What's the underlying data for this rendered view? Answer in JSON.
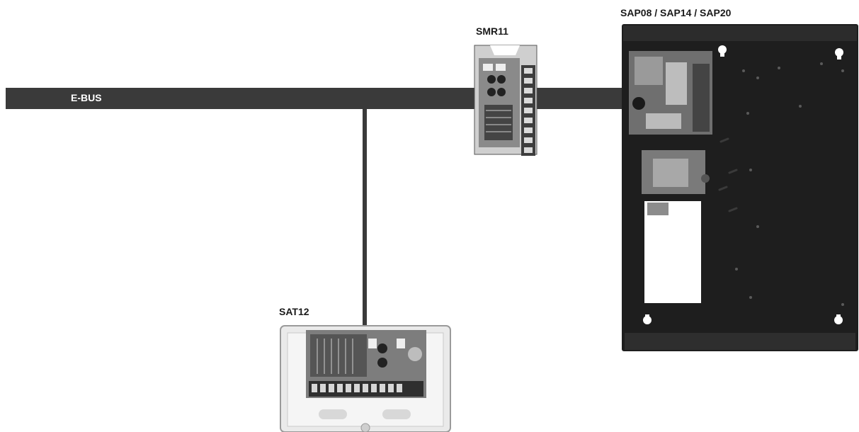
{
  "diagram": {
    "bus_label": "E-BUS",
    "devices": {
      "smr": {
        "label": "SMR11"
      },
      "sap": {
        "label": "SAP08 / SAP14 / SAP20"
      },
      "sat": {
        "label": "SAT12"
      }
    }
  }
}
